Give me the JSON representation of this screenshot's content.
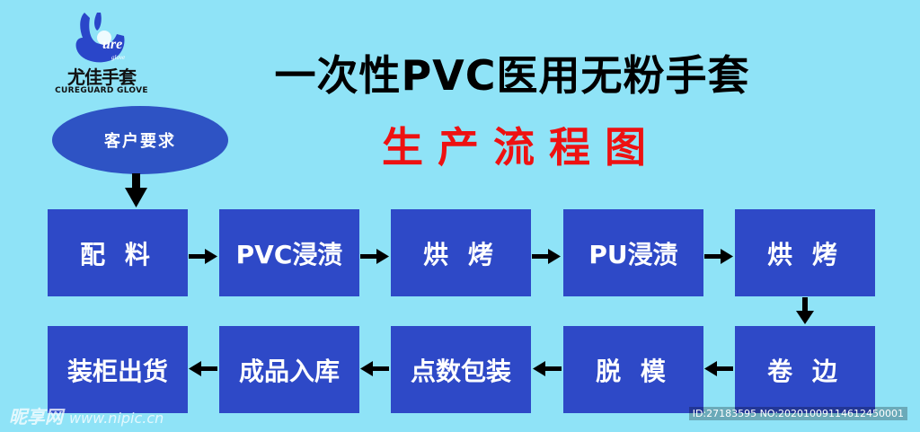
{
  "logo": {
    "hand_text": "ure",
    "small_text": "glove",
    "cn_name": "尤佳手套",
    "en_name": "CUREGUARD GLOVE"
  },
  "title": "一次性PVC医用无粉手套",
  "subtitle": "生产流程图",
  "start_node": "客户要求",
  "row1": [
    "配 料",
    "PVC浸渍",
    "烘 烤",
    "PU浸渍",
    "烘 烤"
  ],
  "row2": [
    "装柜出货",
    "成品入库",
    "点数包装",
    "脱 模",
    "卷 边"
  ],
  "watermark": {
    "brand": "昵享网",
    "url": "www.nipic.cn",
    "id_text": "ID:27183595 NO:20201009114612450001"
  },
  "colors": {
    "background": "#8fe3f7",
    "box": "#2e49c7",
    "ellipse": "#2e53c4",
    "title": "#000000",
    "subtitle": "#ee1111",
    "arrow": "#000000"
  }
}
